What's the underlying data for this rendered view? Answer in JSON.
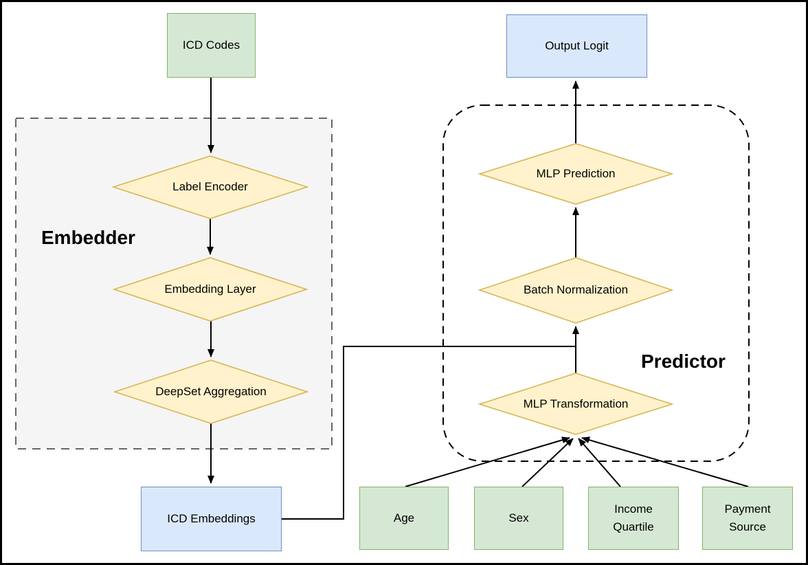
{
  "diagram": {
    "groups": {
      "embedder": {
        "label": "Embedder"
      },
      "predictor": {
        "label": "Predictor"
      }
    },
    "nodes": {
      "icd_codes": {
        "label": "ICD Codes",
        "shape": "rectangle",
        "palette": "green"
      },
      "label_encoder": {
        "label": "Label Encoder",
        "shape": "diamond",
        "palette": "yellow"
      },
      "embedding_layer": {
        "label": "Embedding Layer",
        "shape": "diamond",
        "palette": "yellow"
      },
      "deepset_aggregation": {
        "label": "DeepSet Aggregation",
        "shape": "diamond",
        "palette": "yellow"
      },
      "icd_embeddings": {
        "label": "ICD Embeddings",
        "shape": "rectangle",
        "palette": "blue"
      },
      "output_logit": {
        "label": "Output Logit",
        "shape": "rectangle",
        "palette": "blue"
      },
      "mlp_prediction": {
        "label": "MLP Prediction",
        "shape": "diamond",
        "palette": "yellow"
      },
      "batch_normalization": {
        "label": "Batch Normalization",
        "shape": "diamond",
        "palette": "yellow"
      },
      "mlp_transformation": {
        "label": "MLP Transformation",
        "shape": "diamond",
        "palette": "yellow"
      },
      "age": {
        "label": "Age",
        "shape": "rectangle",
        "palette": "green"
      },
      "sex": {
        "label": "Sex",
        "shape": "rectangle",
        "palette": "green"
      },
      "income_quartile": {
        "label": "Income Quartile",
        "shape": "rectangle",
        "palette": "green"
      },
      "payment_source": {
        "label": "Payment Source",
        "shape": "rectangle",
        "palette": "green"
      }
    },
    "edges": [
      "ICD Codes -> Label Encoder",
      "Label Encoder -> Embedding Layer",
      "Embedding Layer -> DeepSet Aggregation",
      "DeepSet Aggregation -> ICD Embeddings",
      "ICD Embeddings -> MLP Transformation/Batch Normalization junction",
      "MLP Transformation -> Batch Normalization",
      "Batch Normalization -> MLP Prediction",
      "MLP Prediction -> Output Logit",
      "Age -> MLP Transformation",
      "Sex -> MLP Transformation",
      "Income Quartile -> MLP Transformation",
      "Payment Source -> MLP Transformation"
    ],
    "colors": {
      "input_fill": "#d5e8d4",
      "input_stroke": "#82b366",
      "output_fill": "#dae8fc",
      "output_stroke": "#6c8ebf",
      "process_fill": "#fff2cc",
      "process_stroke": "#d6b656",
      "embedder_fill": "#f5f5f5",
      "embedder_stroke": "#666666",
      "predictor_stroke": "#000000",
      "edge_color": "#000000"
    }
  }
}
